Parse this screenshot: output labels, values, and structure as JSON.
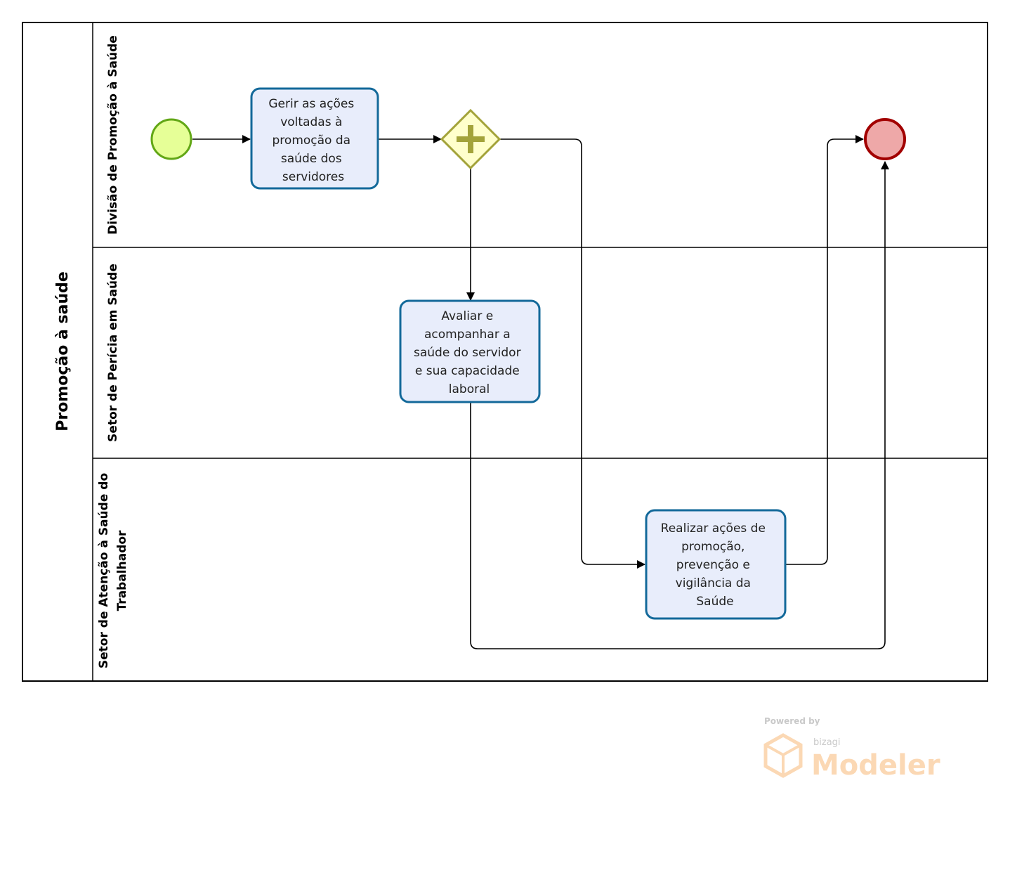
{
  "pool": {
    "label": "Promoção à saúde"
  },
  "lanes": [
    {
      "id": "lane-1",
      "label": "Divisão de Promoção à Saúde"
    },
    {
      "id": "lane-2",
      "label": "Setor de Perícia em Saúde"
    },
    {
      "id": "lane-3",
      "label_line1": "Setor de Atenção à Saúde do",
      "label_line2": "Trabalhador"
    }
  ],
  "tasks": {
    "task1": [
      "Gerir as ações",
      "voltadas à",
      "promoção da",
      "saúde dos",
      "servidores"
    ],
    "task2": [
      "Avaliar e",
      "acompanhar a",
      "saúde do servidor",
      "e sua capacidade",
      "laboral"
    ],
    "task3": [
      "Realizar ações de",
      "promoção,",
      "prevenção e",
      "vigilância da",
      "Saúde"
    ]
  },
  "watermark": {
    "powered_by": "Powered by",
    "brand": "bizagi",
    "product": "Modeler"
  },
  "colors": {
    "start_fill": "#e6ff97",
    "start_stroke": "#62a716",
    "end_fill": "#eea8a8",
    "end_stroke": "#a20000",
    "gateway_fill": "#ffffcc",
    "gateway_stroke": "#a3a33a",
    "gateway_plus": "#a3a33a",
    "task_fill": "#e8edfb",
    "task_stroke": "#13699a"
  }
}
